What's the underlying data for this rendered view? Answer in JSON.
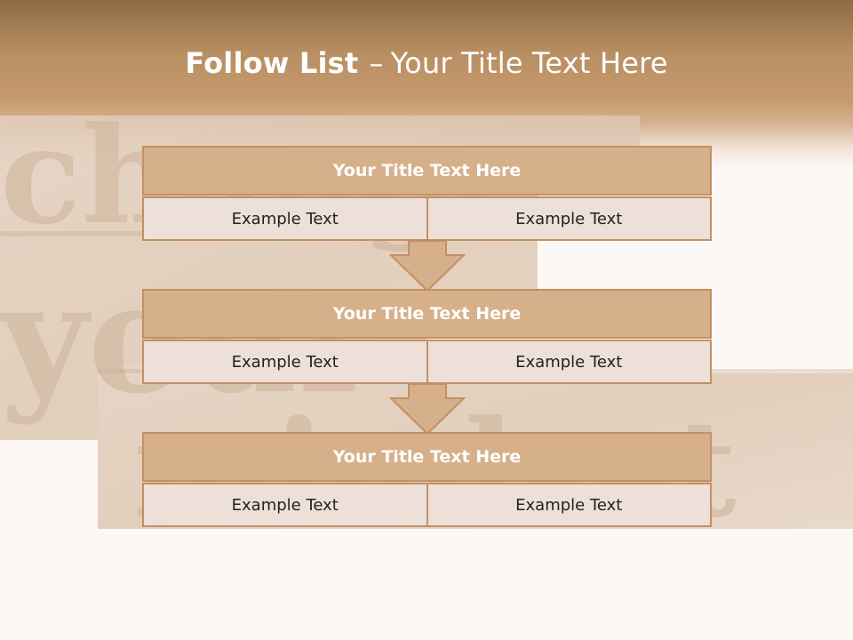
{
  "slide": {
    "title_bold": "Follow List",
    "title_separator": "–",
    "title_rest": "Your Title Text Here"
  },
  "blocks": [
    {
      "title": "Your Title Text Here",
      "left_text": "Example Text",
      "right_text": "Example Text"
    },
    {
      "title": "Your Title Text Here",
      "left_text": "Example Text",
      "right_text": "Example Text"
    },
    {
      "title": "Your Title Text Here",
      "left_text": "Example Text",
      "right_text": "Example Text"
    }
  ],
  "colors": {
    "header_brown": "#b88f62",
    "block_title_fill": "#d6b08b",
    "block_border": "#c49063",
    "cell_fill": "#ede0d8"
  }
}
